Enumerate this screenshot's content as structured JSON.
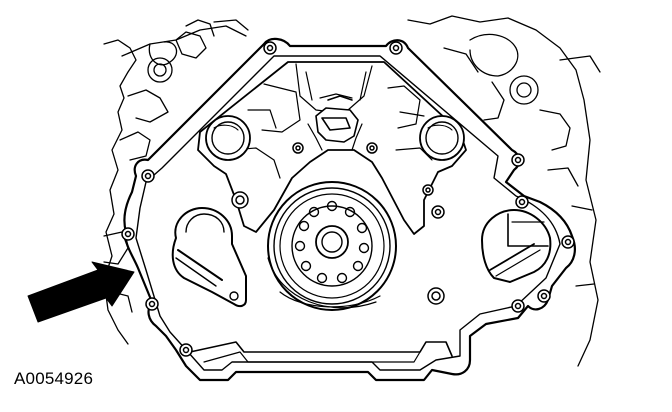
{
  "figure": {
    "id_label": "A0054926"
  },
  "colors": {
    "line": "#000000",
    "background": "#ffffff",
    "fill": "#ffffff"
  },
  "parts": [
    "engine-block-outline",
    "rear-plate-gasket",
    "crankshaft-flange",
    "camshaft-plug-left",
    "camshaft-plug-right",
    "bolt-holes",
    "pointer-arrow"
  ]
}
